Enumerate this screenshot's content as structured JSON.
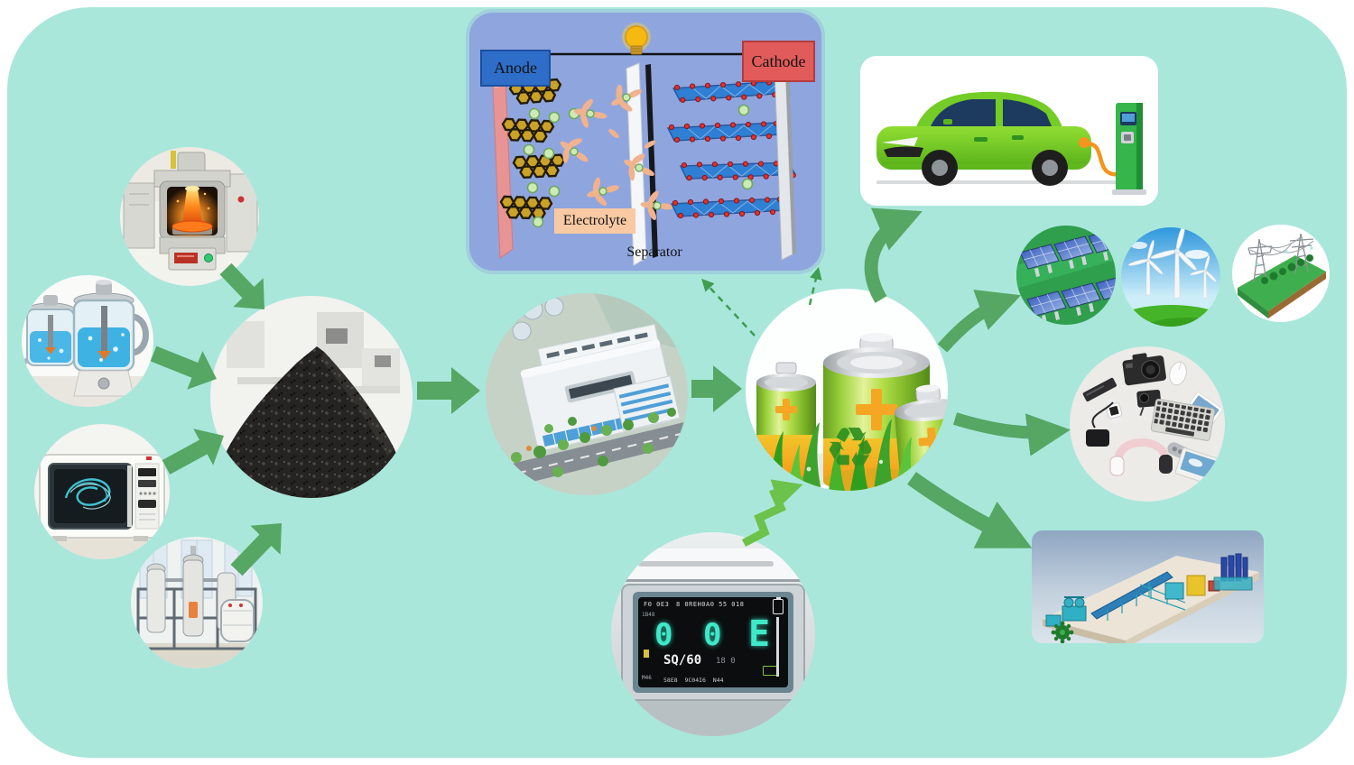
{
  "cell_diagram": {
    "anode_label": "Anode",
    "cathode_label": "Cathode",
    "electrolyte_label": "Electrolyte",
    "separator_label": "Separator"
  },
  "tester_display": {
    "header_left": "F0 0E3",
    "header_center": "8 0REH0A0 55 018",
    "side_label": "1B48",
    "digit_1": "0",
    "digit_2": "0",
    "digit_3": "E",
    "mode_label": "SQ/60",
    "mode_secondary": "18 0",
    "footer_left": "M46",
    "footer_text": "58E8  9C04I6  N44"
  },
  "icons": {
    "recycle": "♻"
  },
  "colors": {
    "panel_bg": "#a9e7db",
    "arrow_green": "#55a763",
    "arrow_light_green": "#6cc24a",
    "dashed_green": "#3f9e4f",
    "diagram_bg": "#8fa5de",
    "anode_fill": "#2e6ec8",
    "cathode_fill": "#e25b5b",
    "electrolyte_fill": "#f8c9a2",
    "digit_teal": "#3fe8c9",
    "battery_green": "#8fd34a",
    "plus_orange": "#f5a623"
  }
}
